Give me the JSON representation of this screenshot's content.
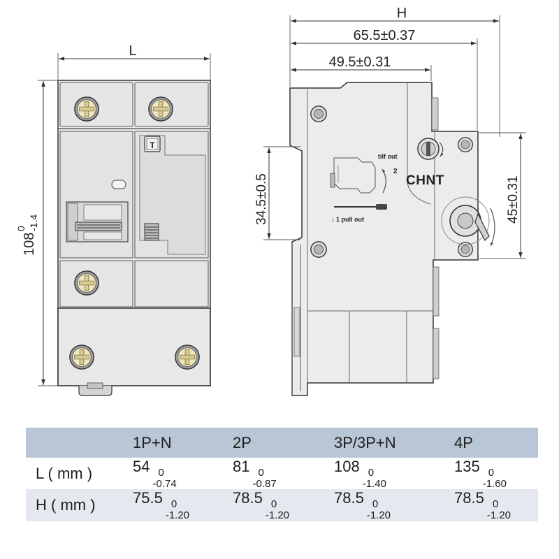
{
  "drawing": {
    "front_view": {
      "width_label": "L",
      "height_value": "108",
      "height_upper_tol": "0",
      "height_lower_tol": "-1.4",
      "test_button_label": "T"
    },
    "side_view": {
      "total_label": "H",
      "dim_overall_depth": "65.5±0.37",
      "dim_body_depth": "49.5±0.31",
      "dim_rail_height": "34.5±0.5",
      "dim_head_height": "45±0.31",
      "label_tilt_out": "tilf out",
      "label_step_two": "2",
      "brand_logo": "CHNT",
      "label_pull_out": "↓ 1 pull out"
    }
  },
  "table": {
    "columns": [
      "",
      "1P+N",
      "2P",
      "3P/3P+N",
      "4P"
    ],
    "rows": [
      {
        "label": "L ( mm )",
        "cells": [
          {
            "value": "54",
            "upper": "0",
            "lower": "-0.74"
          },
          {
            "value": "81",
            "upper": "0",
            "lower": "-0.87"
          },
          {
            "value": "108",
            "upper": "0",
            "lower": "-1.40"
          },
          {
            "value": "135",
            "upper": "0",
            "lower": "-1.60"
          }
        ]
      },
      {
        "label": "H ( mm )",
        "cells": [
          {
            "value": "75.5",
            "upper": "0",
            "lower": "-1.20"
          },
          {
            "value": "78.5",
            "upper": "0",
            "lower": "-1.20"
          },
          {
            "value": "78.5",
            "upper": "0",
            "lower": "-1.20"
          },
          {
            "value": "78.5",
            "upper": "0",
            "lower": "-1.20"
          }
        ]
      }
    ],
    "colors": {
      "header_bg": "#b9c6d6",
      "row_bg": "#ffffff",
      "alt_row_bg": "#e5e8ee"
    }
  }
}
